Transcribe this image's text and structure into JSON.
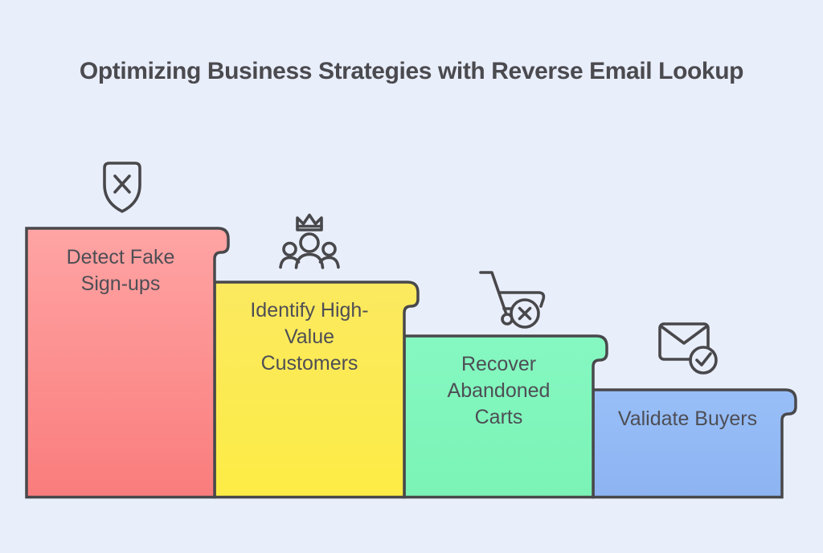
{
  "title": "Optimizing Business Strategies with Reverse Email Lookup",
  "colors": {
    "background": "#e9eefb",
    "outline_stroke": "#48484b",
    "title_text": "#4a4a4f",
    "label_text": "#4e4e55"
  },
  "steps": [
    {
      "label": "Detect Fake\nSign-ups",
      "icon": "shield-x-icon",
      "fill_top": "#ffa4a4",
      "fill_bottom": "#fa7c7c"
    },
    {
      "label": "Identify High-\nValue\nCustomers",
      "icon": "crown-users-icon",
      "fill_top": "#fbe960",
      "fill_bottom": "#fdec45"
    },
    {
      "label": "Recover\nAbandoned\nCarts",
      "icon": "cart-remove-icon",
      "fill_top": "#85f8c1",
      "fill_bottom": "#7bf3b6"
    },
    {
      "label": "Validate Buyers",
      "icon": "email-verified-icon",
      "fill_top": "#98bff7",
      "fill_bottom": "#8db4f2"
    }
  ],
  "chart_data": {
    "type": "bar",
    "title": "Optimizing Business Strategies with Reverse Email Lookup",
    "categories": [
      "Detect Fake Sign-ups",
      "Identify High-Value Customers",
      "Recover Abandoned Carts",
      "Validate Buyers"
    ],
    "values": [
      336,
      269,
      202,
      135
    ],
    "xlabel": "",
    "ylabel": "",
    "legend": false,
    "note": "Descending staircase infographic; values are relative step heights (px), common baseline"
  }
}
